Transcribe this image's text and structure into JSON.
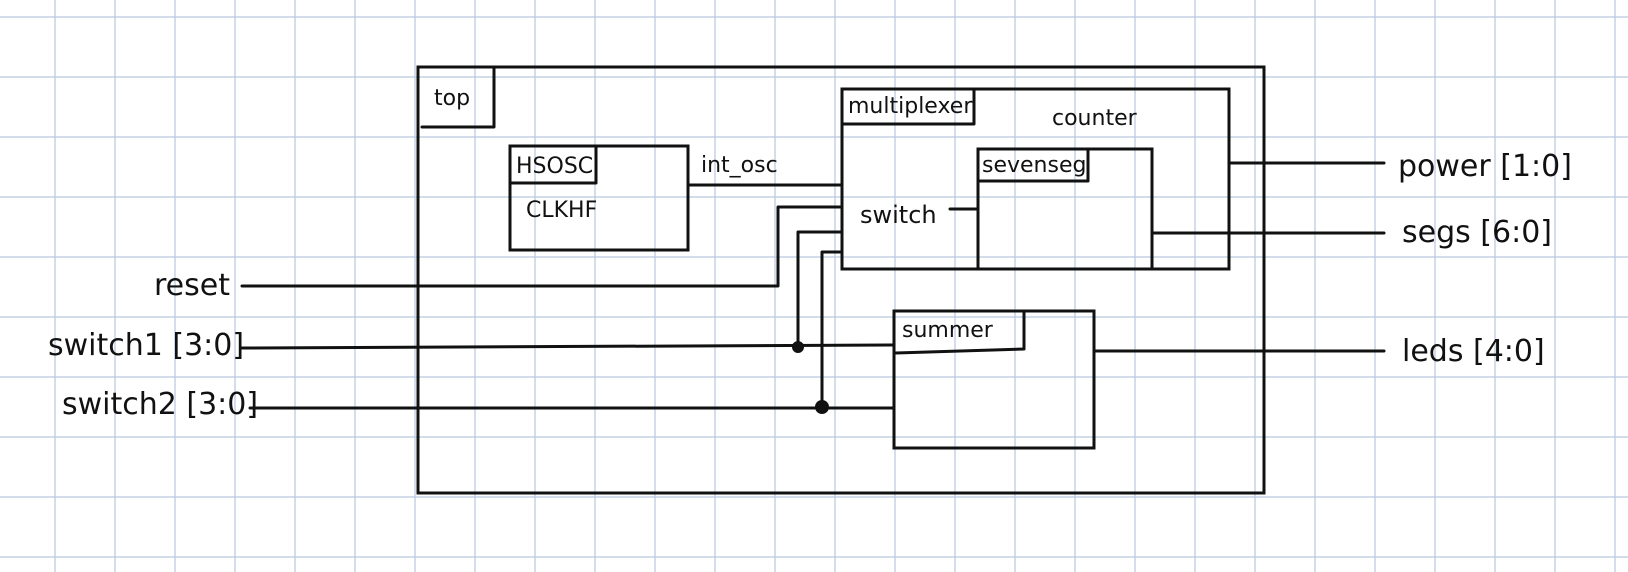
{
  "modules": {
    "top": "top",
    "hsosc": "HSOSC",
    "clkhf": "CLKHF",
    "multiplexer": "multiplexer",
    "counter": "counter",
    "sevenseg": "sevenseg",
    "switch": "switch",
    "summer": "summer"
  },
  "signals": {
    "int_osc": "int_osc"
  },
  "inputs": {
    "reset": "reset",
    "switch1": "switch1 [3:0]",
    "switch2": "switch2 [3:0]"
  },
  "outputs": {
    "power": "power [1:0]",
    "segs": "segs [6:0]",
    "leds": "leds [4:0]"
  },
  "colors": {
    "grid": "#b9c6de",
    "ink": "#111111",
    "paper": "#ffffff"
  }
}
